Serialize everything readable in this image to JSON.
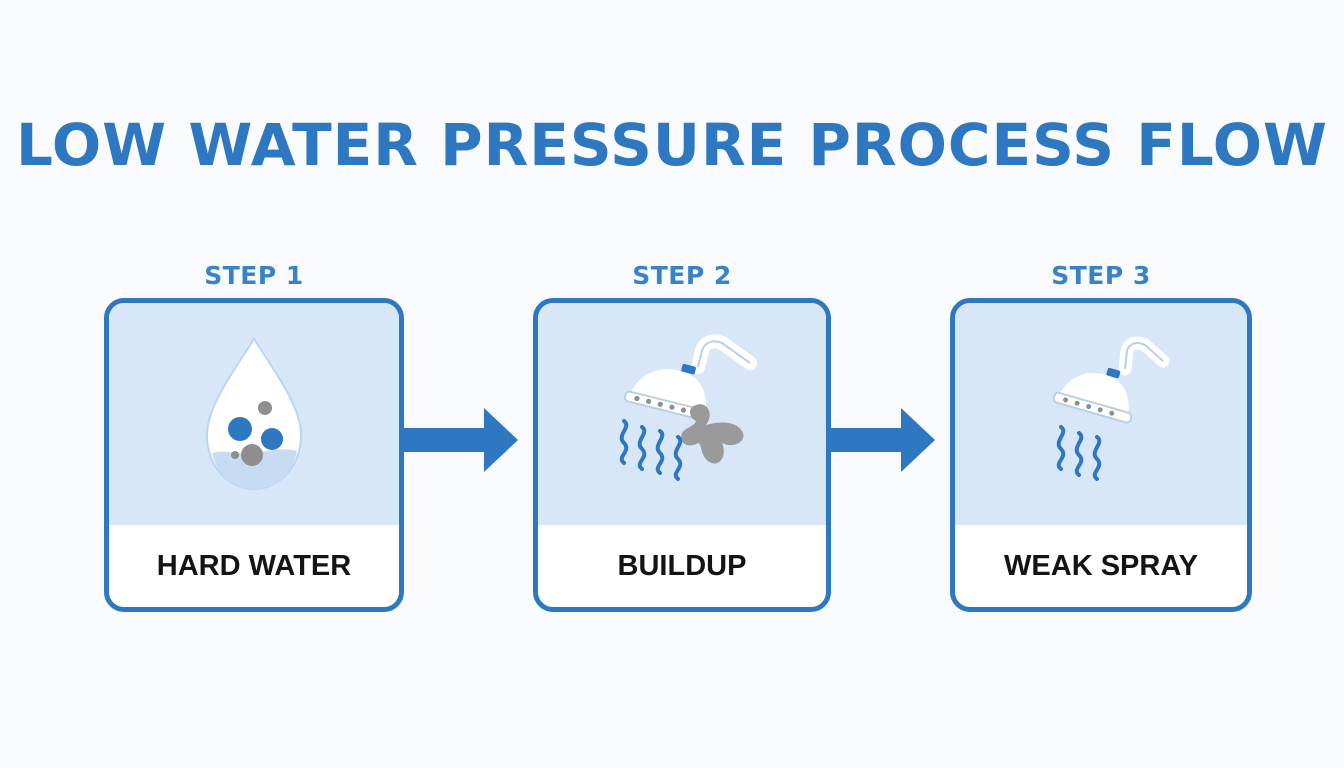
{
  "title": "LOW WATER PRESSURE PROCESS FLOW",
  "steps": [
    {
      "label": "STEP 1",
      "name": "HARD WATER",
      "icon": "hard-water-drop-icon"
    },
    {
      "label": "STEP 2",
      "name": "BUILDUP",
      "icon": "clogged-shower-head-icon"
    },
    {
      "label": "STEP 3",
      "name": "WEAK SPRAY",
      "icon": "weak-spray-shower-head-icon"
    }
  ],
  "colors": {
    "accent": "#2e78c1",
    "panel": "#d7e7f7",
    "mineral": "#9a9a9a",
    "text": "#141414"
  }
}
